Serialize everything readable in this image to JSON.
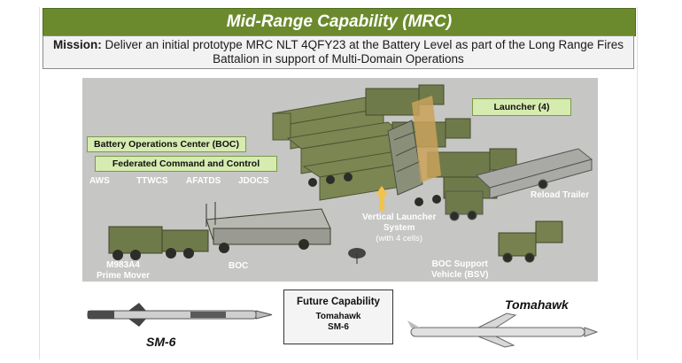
{
  "title": "Mid-Range Capability (MRC)",
  "mission": {
    "label": "Mission:",
    "text": "Deliver an initial prototype MRC NLT 4QFY23 at the Battery Level as part of the Long Range Fires Battalion in support of Multi-Domain Operations"
  },
  "diagram": {
    "launcher_tag": "Launcher (4)",
    "boc_tag": "Battery Operations Center (BOC)",
    "fc2_tag": "Federated Command and Control",
    "fc2_systems": [
      "AWS",
      "TTWCS",
      "AFATDS",
      "JDOCS"
    ],
    "reload_trailer": "Reload Trailer",
    "vls_line1": "Vertical Launcher",
    "vls_line2": "System",
    "vls_line3": "(with 4 cells)",
    "prime_mover_line1": "M983A4",
    "prime_mover_line2": "Prime Mover",
    "boc_label": "BOC",
    "bsv_line1": "BOC Support",
    "bsv_line2": "Vehicle (BSV)"
  },
  "future": {
    "title": "Future Capability",
    "items": [
      "Tomahawk",
      "SM-6"
    ]
  },
  "missiles": {
    "left_label": "SM-6",
    "right_label": "Tomahawk"
  },
  "colors": {
    "title_bar": "#6b8a2d",
    "tag_fill": "#d6ebb0",
    "vehicle_olive": "#6f7a4a",
    "arrow": "#f3c24a"
  }
}
